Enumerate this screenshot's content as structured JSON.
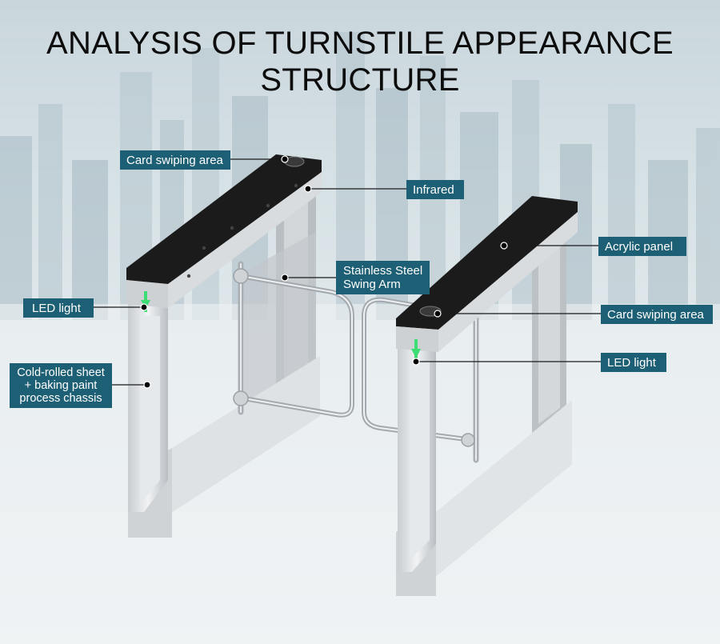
{
  "title": {
    "line1": "ANALYSIS OF TURNSTILE APPEARANCE",
    "line2": "STRUCTURE"
  },
  "labels": {
    "card_swiping_area_left": "Card swiping area",
    "infrared": "Infrared",
    "acrylic_panel": "Acrylic panel",
    "stainless_arm_line1": "Stainless Steel",
    "stainless_arm_line2": "Swing Arm",
    "led_light_left": "LED light",
    "card_swiping_area_right": "Card swiping area",
    "led_light_right": "LED light",
    "chassis_line1": "Cold-rolled sheet",
    "chassis_line2": "+ baking paint",
    "chassis_line3": "process chassis"
  },
  "colors": {
    "label_bg": "#1d5f74",
    "label_text": "#ffffff",
    "led": "#3ddc74",
    "panel_top": "#1b1b1b"
  }
}
